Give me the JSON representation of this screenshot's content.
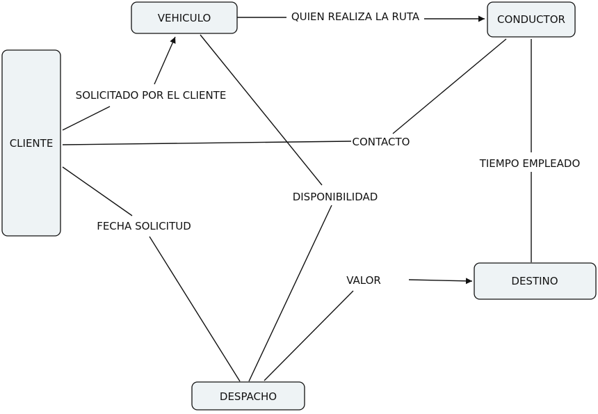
{
  "nodes": {
    "vehiculo": "VEHICULO",
    "conductor": "CONDUCTOR",
    "cliente": "CLIENTE",
    "destino": "DESTINO",
    "despacho": "DESPACHO"
  },
  "links": {
    "quien_realiza_la_ruta": "QUIEN REALIZA LA RUTA",
    "solicitado_por_el_cliente": "SOLICITADO POR EL CLIENTE",
    "contacto": "CONTACTO",
    "tiempo_empleado": "TIEMPO EMPLEADO",
    "disponibilidad": "DISPONIBILIDAD",
    "fecha_solicitud": "FECHA SOLICITUD",
    "valor": "VALOR"
  },
  "colors": {
    "node_fill": "#eef3f5",
    "line": "#111111"
  }
}
